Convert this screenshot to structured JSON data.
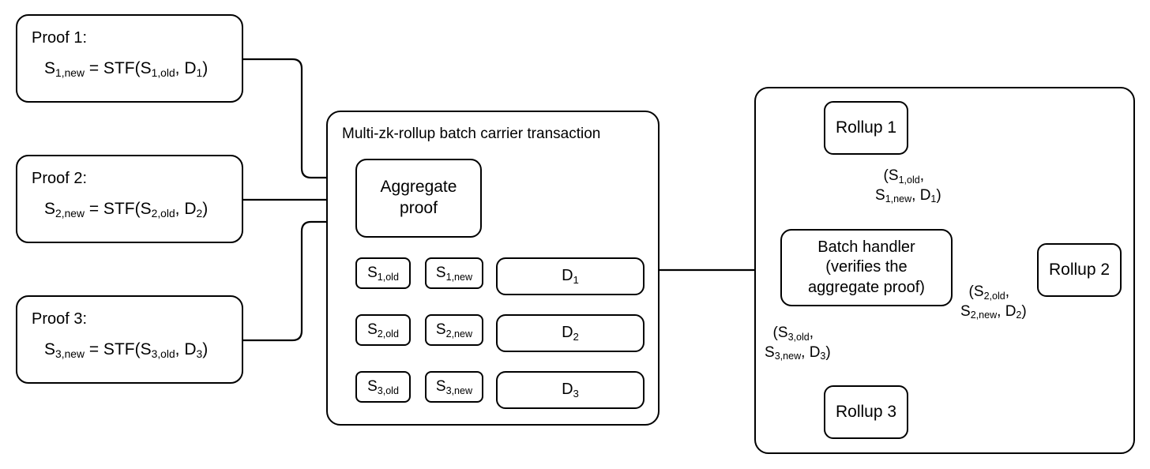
{
  "diagram": {
    "title_hidden": "Multi zk-rollup batch aggregation diagram",
    "proofs": [
      {
        "title": "Proof 1:",
        "formula": "S1,new = STF(S1,old, D1)"
      },
      {
        "title": "Proof 2:",
        "formula": "S2,new = STF(S2,old, D2)"
      },
      {
        "title": "Proof 3:",
        "formula": "S3,new = STF(S3,old, D3)"
      }
    ],
    "carrier": {
      "title": "Multi-zk-rollup batch carrier transaction",
      "aggregate_proof_label": "Aggregate\nproof",
      "rows": [
        {
          "s_old": "S1,old",
          "s_new": "S1,new",
          "data": "D1"
        },
        {
          "s_old": "S2,old",
          "s_new": "S2,new",
          "data": "D2"
        },
        {
          "s_old": "S3,old",
          "s_new": "S3,new",
          "data": "D3"
        }
      ]
    },
    "settlement": {
      "batch_handler_label": "Batch handler\n(verifies the\naggregate proof)",
      "rollups": [
        {
          "label": "Rollup 1"
        },
        {
          "label": "Rollup 2"
        },
        {
          "label": "Rollup 3"
        }
      ],
      "edge_labels": [
        {
          "line1": "(S1,old,",
          "line2": "S1,new, D1)"
        },
        {
          "line1": "(S2,old,",
          "line2": "S2,new, D2)"
        },
        {
          "line1": "(S3,old,",
          "line2": "S3,new, D3)"
        }
      ]
    },
    "colors": {
      "stroke": "#000000",
      "background": "#ffffff",
      "text": "#000000"
    }
  }
}
